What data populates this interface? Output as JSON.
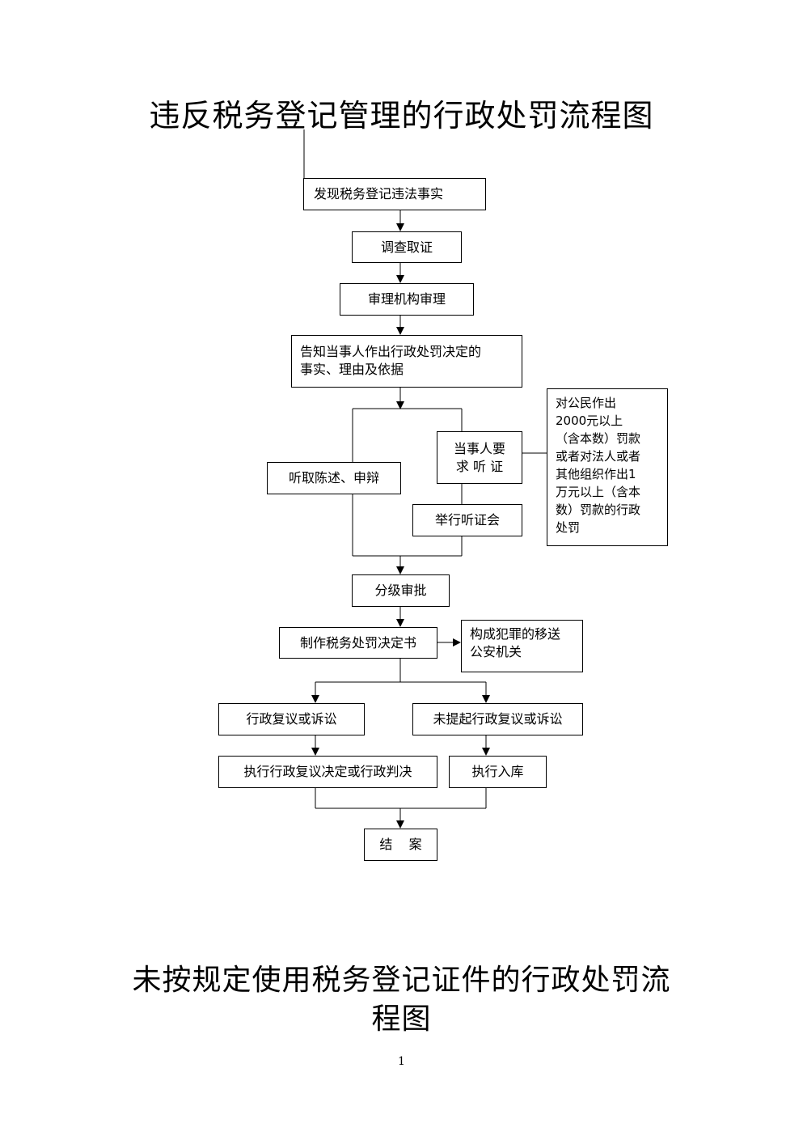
{
  "title_1": "违反税务登记管理的行政处罚流程图",
  "title_2": "未按规定使用税务登记证件的行政处罚流程图",
  "page_number": "1",
  "nodes": {
    "discover": "发现税务登记违法事实",
    "investigate": "调查取证",
    "review": "审理机构审理",
    "notify": "告知当事人作出行政处罚决定的\n事实、理由及依据",
    "request_hearing": "当事人要\n求 听 证",
    "statement": "听取陈述、申辩",
    "hold_hearing": "举行听证会",
    "note": "对公民作出\n2000元以上\n（含本数）罚款\n或者对法人或者\n其他组织作出1\n万元以上（含本\n数）罚款的行政\n处罚",
    "approve": "分级审批",
    "make_decision": "制作税务处罚决定书",
    "transfer_police": "构成犯罪的移送\n公安机关",
    "reconsideration": "行政复议或诉讼",
    "no_reconsideration": "未提起行政复议或诉讼",
    "execute_ruling": "执行行政复议决定或行政判决",
    "execute_storage": "执行入库",
    "close": "结    案"
  }
}
